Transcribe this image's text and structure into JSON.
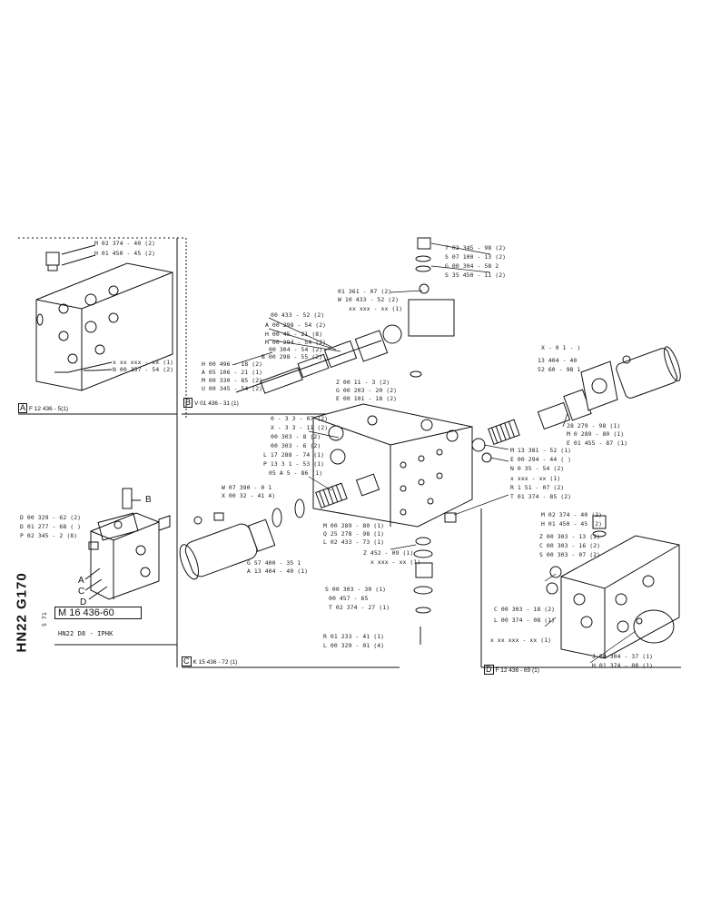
{
  "sheet": {
    "side_code": "HN22 G170",
    "part_number": "M 16 436-60",
    "subtitle": "HN22 D8 - IPHK",
    "page_mark": "5 71"
  },
  "panel_a": {
    "tag": "A",
    "ref": "F 12 436 - 5(1)",
    "labels": [
      "M 02 374 - 40 (2)",
      "H 01 450 - 45 (2)",
      "x xx xxx - xx (1)",
      "N 00 357 - 54 (2)"
    ]
  },
  "panel_b": {
    "tag": "B",
    "ref": "V 01 436 - 31 (1)",
    "labels": [
      "00 433 - 52 (2)",
      "A 00 298 - 54 (2)",
      "H 00 45 - 21 (8)",
      "M 00 294 - 54 (2)",
      "00 304 - 54 (2)",
      "B 00 298 - 55 (2)",
      "H 00 496 - 18 (2)",
      "A 05 106 - 21 (1)",
      "M 00 330 - 85 (2)",
      "U 00 345 - 54 (2)",
      "01 361 - 07 (2)",
      "W 10 433 - 52 (2)",
      "xx xxx - xx (1)",
      "Z 00 11 - 3 (2)",
      "G 00 203 - 20 (2)",
      "E 00 101 - 18 (2)"
    ]
  },
  "panel_c": {
    "tag": "C",
    "ref": "K 15 436 - 72 (1)",
    "top_labels": [
      "T 02 345 - 98 (2)",
      "S 07 100 - 13 (2)",
      "G 00 304 - 58 2",
      "S 35 450 - 11 (2)"
    ],
    "left_labels": [
      "0 - 3 3 - 07 (2)",
      "X - 3 3 - 11 (2)",
      "00 303 - 8 (2)",
      "00 303 - 6 (2)",
      "L 17 288 - 74 (1)",
      "P 13 3 1 - 53 (1)",
      "05 A 5 - 86 (1)",
      "W 07 390 - 0 1",
      "X 00 32 - 41 4)"
    ],
    "bottom_labels": [
      "M 00 289 - 80 (1)",
      "Q 25 278 - 98 (1)",
      "L 02 433 - 73 (1)",
      "Z 452 - 09 (1)",
      "x xxx - xx (1)",
      "G 57 400 - 35 1",
      "A 13 404 - 40 (1)",
      "S 00 303 - 30 (1)",
      "00 457 - 65",
      "T 02 374 - 27 (1)",
      "R 01 233 - 41 (1)",
      "L 00 329 - 01 (4)"
    ],
    "right_labels": [
      "X - 0 1 - )",
      "13 404 - 40",
      "52 60 - 98 1",
      "28 279 - 98 (1)",
      "M 0 289 - 80 (1)",
      "E 01 455 - 87 (1)",
      "M 13 381 - 52 (1)",
      "E 00 294 - 44 ( )",
      "N 0 35 - 54 (2)",
      "x xxx - xx (1)",
      "R 1 51 - 07 (2)",
      "T 01 374 - 85 (2)"
    ]
  },
  "panel_detail": {
    "labels": [
      "D 00 329 - 62 (2)",
      "D 01 277 - 68 ( )",
      "P 02 345 - 2 (8)"
    ],
    "letters": [
      "A",
      "B",
      "C",
      "D"
    ]
  },
  "panel_d": {
    "tag": "D",
    "ref": "F 12 436 - 69 (1)",
    "labels": [
      "M 02 374 - 40 (2)",
      "H 01 450 - 45 (2)",
      "Z 00 303 - 13 (2)",
      "C 00 303 - 16 (2)",
      "S 00 303 - 07 (2)",
      "C 00 303 - 18 (2)",
      "L 00 374 - 08 (1)",
      "x xx xxx - xx (1)",
      "J 00 304 - 37 (1)",
      "H 01 374 - 08 (1)"
    ]
  }
}
